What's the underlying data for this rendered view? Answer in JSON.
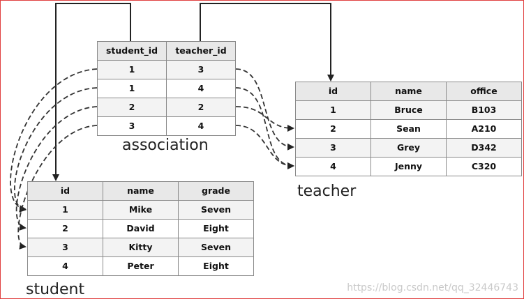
{
  "association": {
    "caption": "association",
    "headers": [
      "student_id",
      "teacher_id"
    ],
    "rows": [
      [
        "1",
        "3"
      ],
      [
        "1",
        "4"
      ],
      [
        "2",
        "2"
      ],
      [
        "3",
        "4"
      ]
    ]
  },
  "teacher": {
    "caption": "teacher",
    "headers": [
      "id",
      "name",
      "office"
    ],
    "rows": [
      [
        "1",
        "Bruce",
        "B103"
      ],
      [
        "2",
        "Sean",
        "A210"
      ],
      [
        "3",
        "Grey",
        "D342"
      ],
      [
        "4",
        "Jenny",
        "C320"
      ]
    ]
  },
  "student": {
    "caption": "student",
    "headers": [
      "id",
      "name",
      "grade"
    ],
    "rows": [
      [
        "1",
        "Mike",
        "Seven"
      ],
      [
        "2",
        "David",
        "Eight"
      ],
      [
        "3",
        "Kitty",
        "Seven"
      ],
      [
        "4",
        "Peter",
        "Eight"
      ]
    ]
  },
  "watermark": "https://blog.csdn.net/qq_32446743"
}
